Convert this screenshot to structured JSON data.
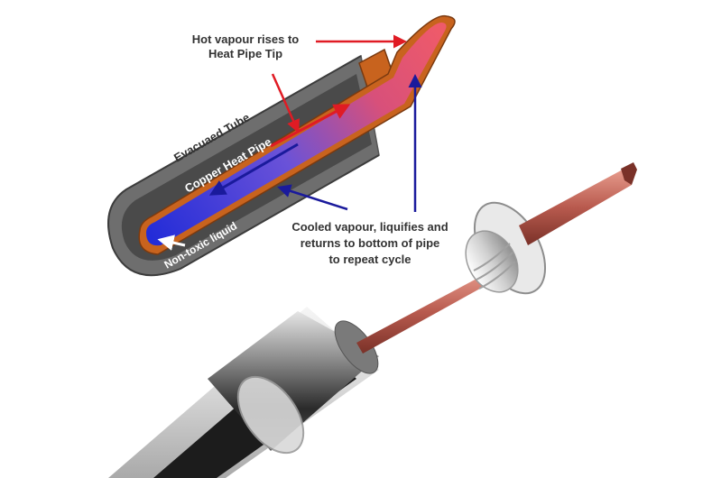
{
  "labels": {
    "hot_vapour_line1": "Hot vapour rises to",
    "hot_vapour_line2": "Heat Pipe Tip",
    "evacuated_tube": "Evacuaed Tube",
    "copper_heat_pipe": "Copper Heat Pipe",
    "non_toxic_liquid": "Non-toxic liquid",
    "cooled_line1": "Cooled vapour, liquifies and",
    "cooled_line2": "returns to bottom of pipe",
    "cooled_line3": "to repeat cycle"
  },
  "colors": {
    "tube_outer": "#6e6e6e",
    "tube_inner": "#4a4a4a",
    "copper": "#c8631e",
    "vapour_hot": "#e8506a",
    "vapour_cold": "#2e38d8",
    "arrow_red": "#e01b24",
    "arrow_blue": "#1a1a9c"
  }
}
